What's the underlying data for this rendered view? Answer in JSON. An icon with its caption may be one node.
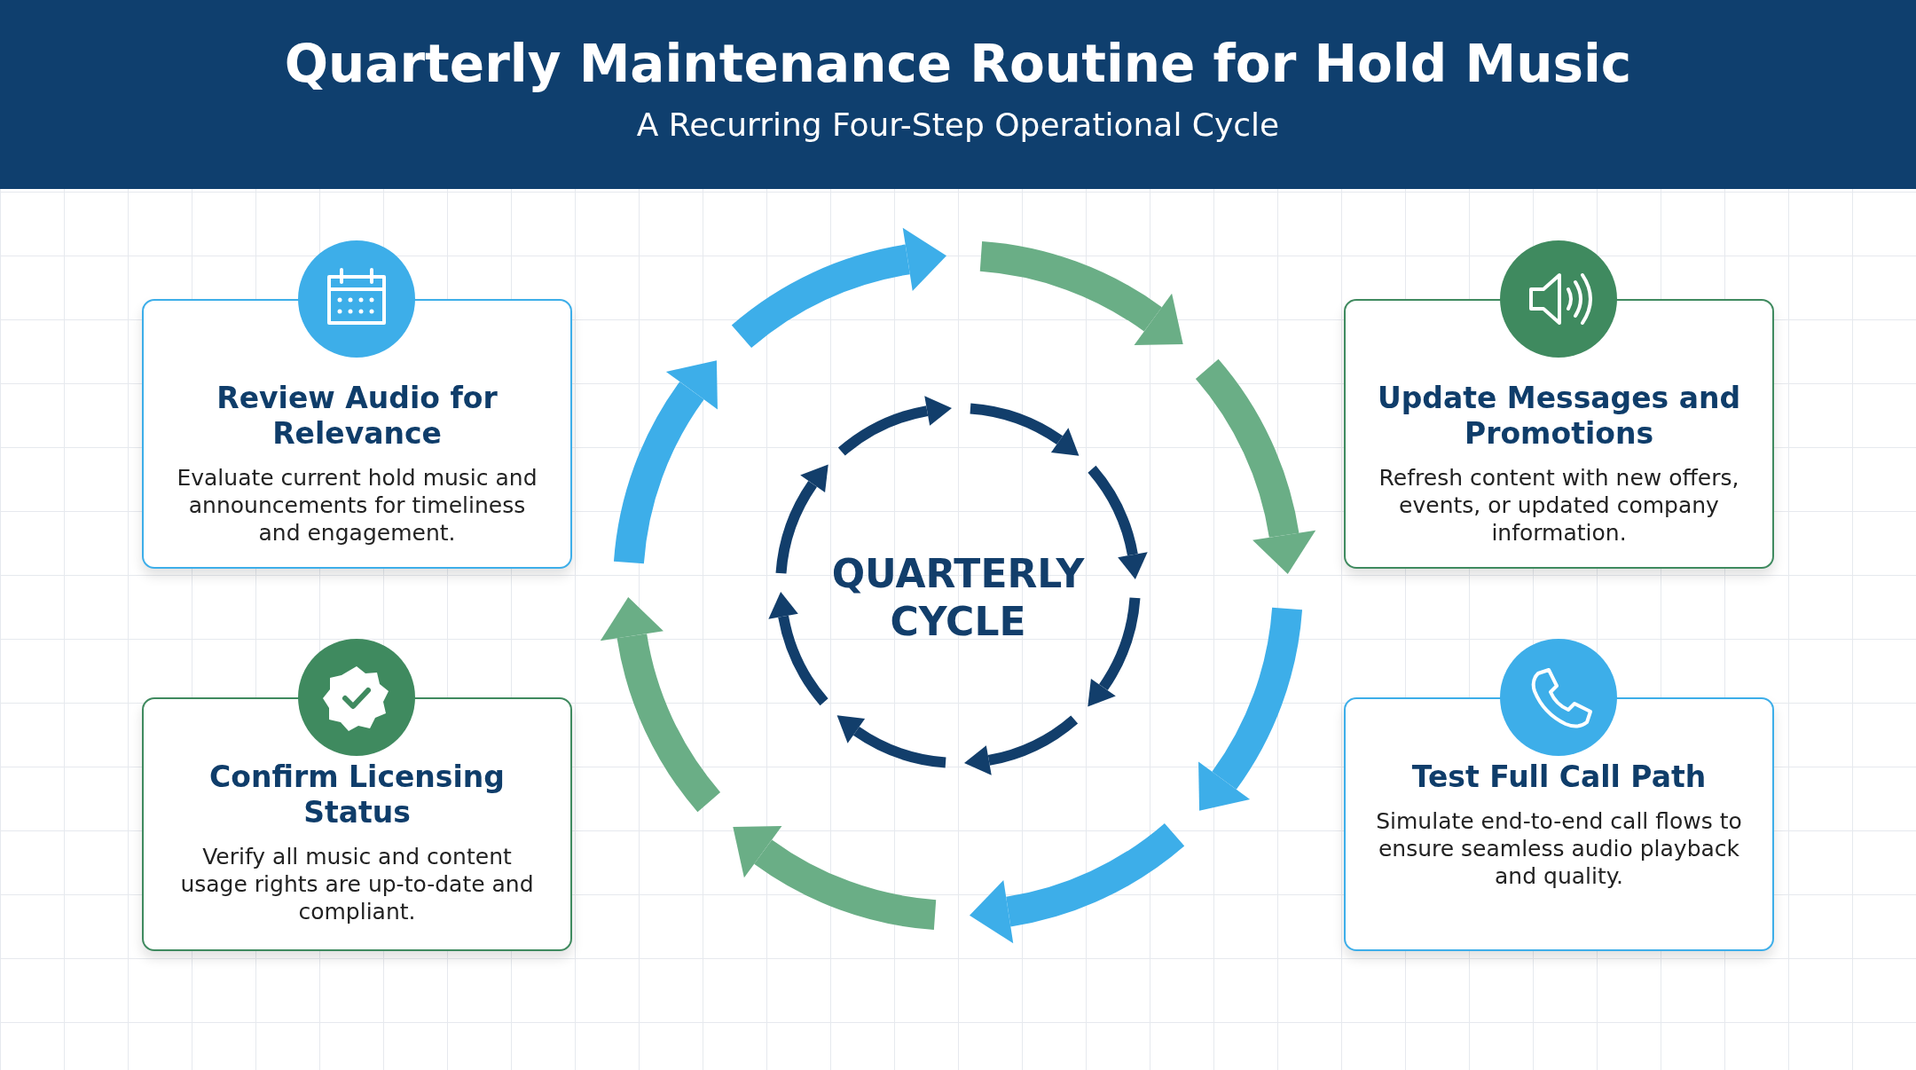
{
  "diagram": {
    "title": "Quarterly Maintenance Routine for Hold Music",
    "nodes": [
      {
        "text": [
          "Review Audio for Relevance",
          "Evaluate current hold music and announcements for timeliness and engagement."
        ]
      },
      {
        "text": [
          "Update Messages and Promotions",
          "Refresh content with new offers, events, or updated company information."
        ]
      },
      {
        "text": [
          "QUARTERLY CYCLE"
        ]
      },
      {
        "text": [
          "Confirm Licensing Status",
          "Verify all music and content usage rights are up-to-date and compliant."
        ]
      },
      {
        "text": [
          "Test Full Call Path",
          "Simulate end-to-end call flows to ensure seamless audio playback and quality."
        ]
      }
    ],
    "labels": [
      "A Recurring Four-Step Operational Cycle"
    ]
  }
}
